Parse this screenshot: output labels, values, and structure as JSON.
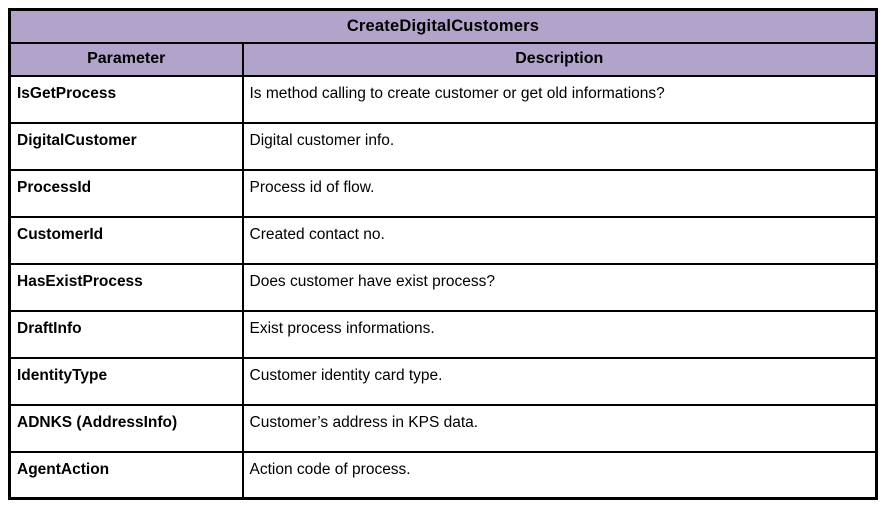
{
  "table": {
    "title": "CreateDigitalCustomers",
    "columns": [
      "Parameter",
      "Description"
    ],
    "rows": [
      {
        "parameter": "IsGetProcess",
        "description": "Is method calling to create customer or get old informations?"
      },
      {
        "parameter": "DigitalCustomer",
        "description": "Digital customer info."
      },
      {
        "parameter": "ProcessId",
        "description": "Process id of flow."
      },
      {
        "parameter": "CustomerId",
        "description": "Created contact no."
      },
      {
        "parameter": "HasExistProcess",
        "description": "Does customer have exist process?"
      },
      {
        "parameter": "DraftInfo",
        "description": "Exist process informations."
      },
      {
        "parameter": "IdentityType",
        "description": "Customer identity card type."
      },
      {
        "parameter": "ADNKS (AddressInfo)",
        "description": "Customer’s address in KPS data."
      },
      {
        "parameter": "AgentAction",
        "description": "Action code of process."
      }
    ],
    "colors": {
      "header_bg": "#b1a3c9",
      "border": "#000000",
      "text": "#000000",
      "background": "#ffffff"
    }
  }
}
